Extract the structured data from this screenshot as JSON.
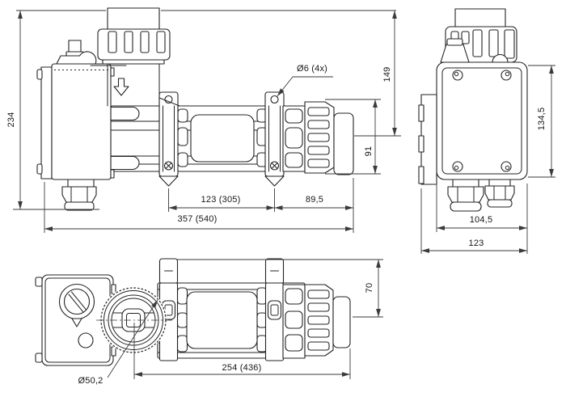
{
  "colors": {
    "background": "#ffffff",
    "line": "#232323",
    "dimension": "#3a3a3a"
  },
  "side_view": {
    "overall_height": "234",
    "height_to_axis": "149",
    "union_outer_diameter": "91",
    "mount_hole_callout": "Ø6 (4x)",
    "bracket_spacing": "123 (305)",
    "bracket_to_end": "89,5",
    "overall_length": "357 (540)"
  },
  "end_view": {
    "box_height": "134,5",
    "box_width": "104,5",
    "overall_width": "123"
  },
  "top_view": {
    "bracket_height": "70",
    "center_to_end_length": "254 (436)",
    "bore_diameter": "Ø50,2"
  }
}
